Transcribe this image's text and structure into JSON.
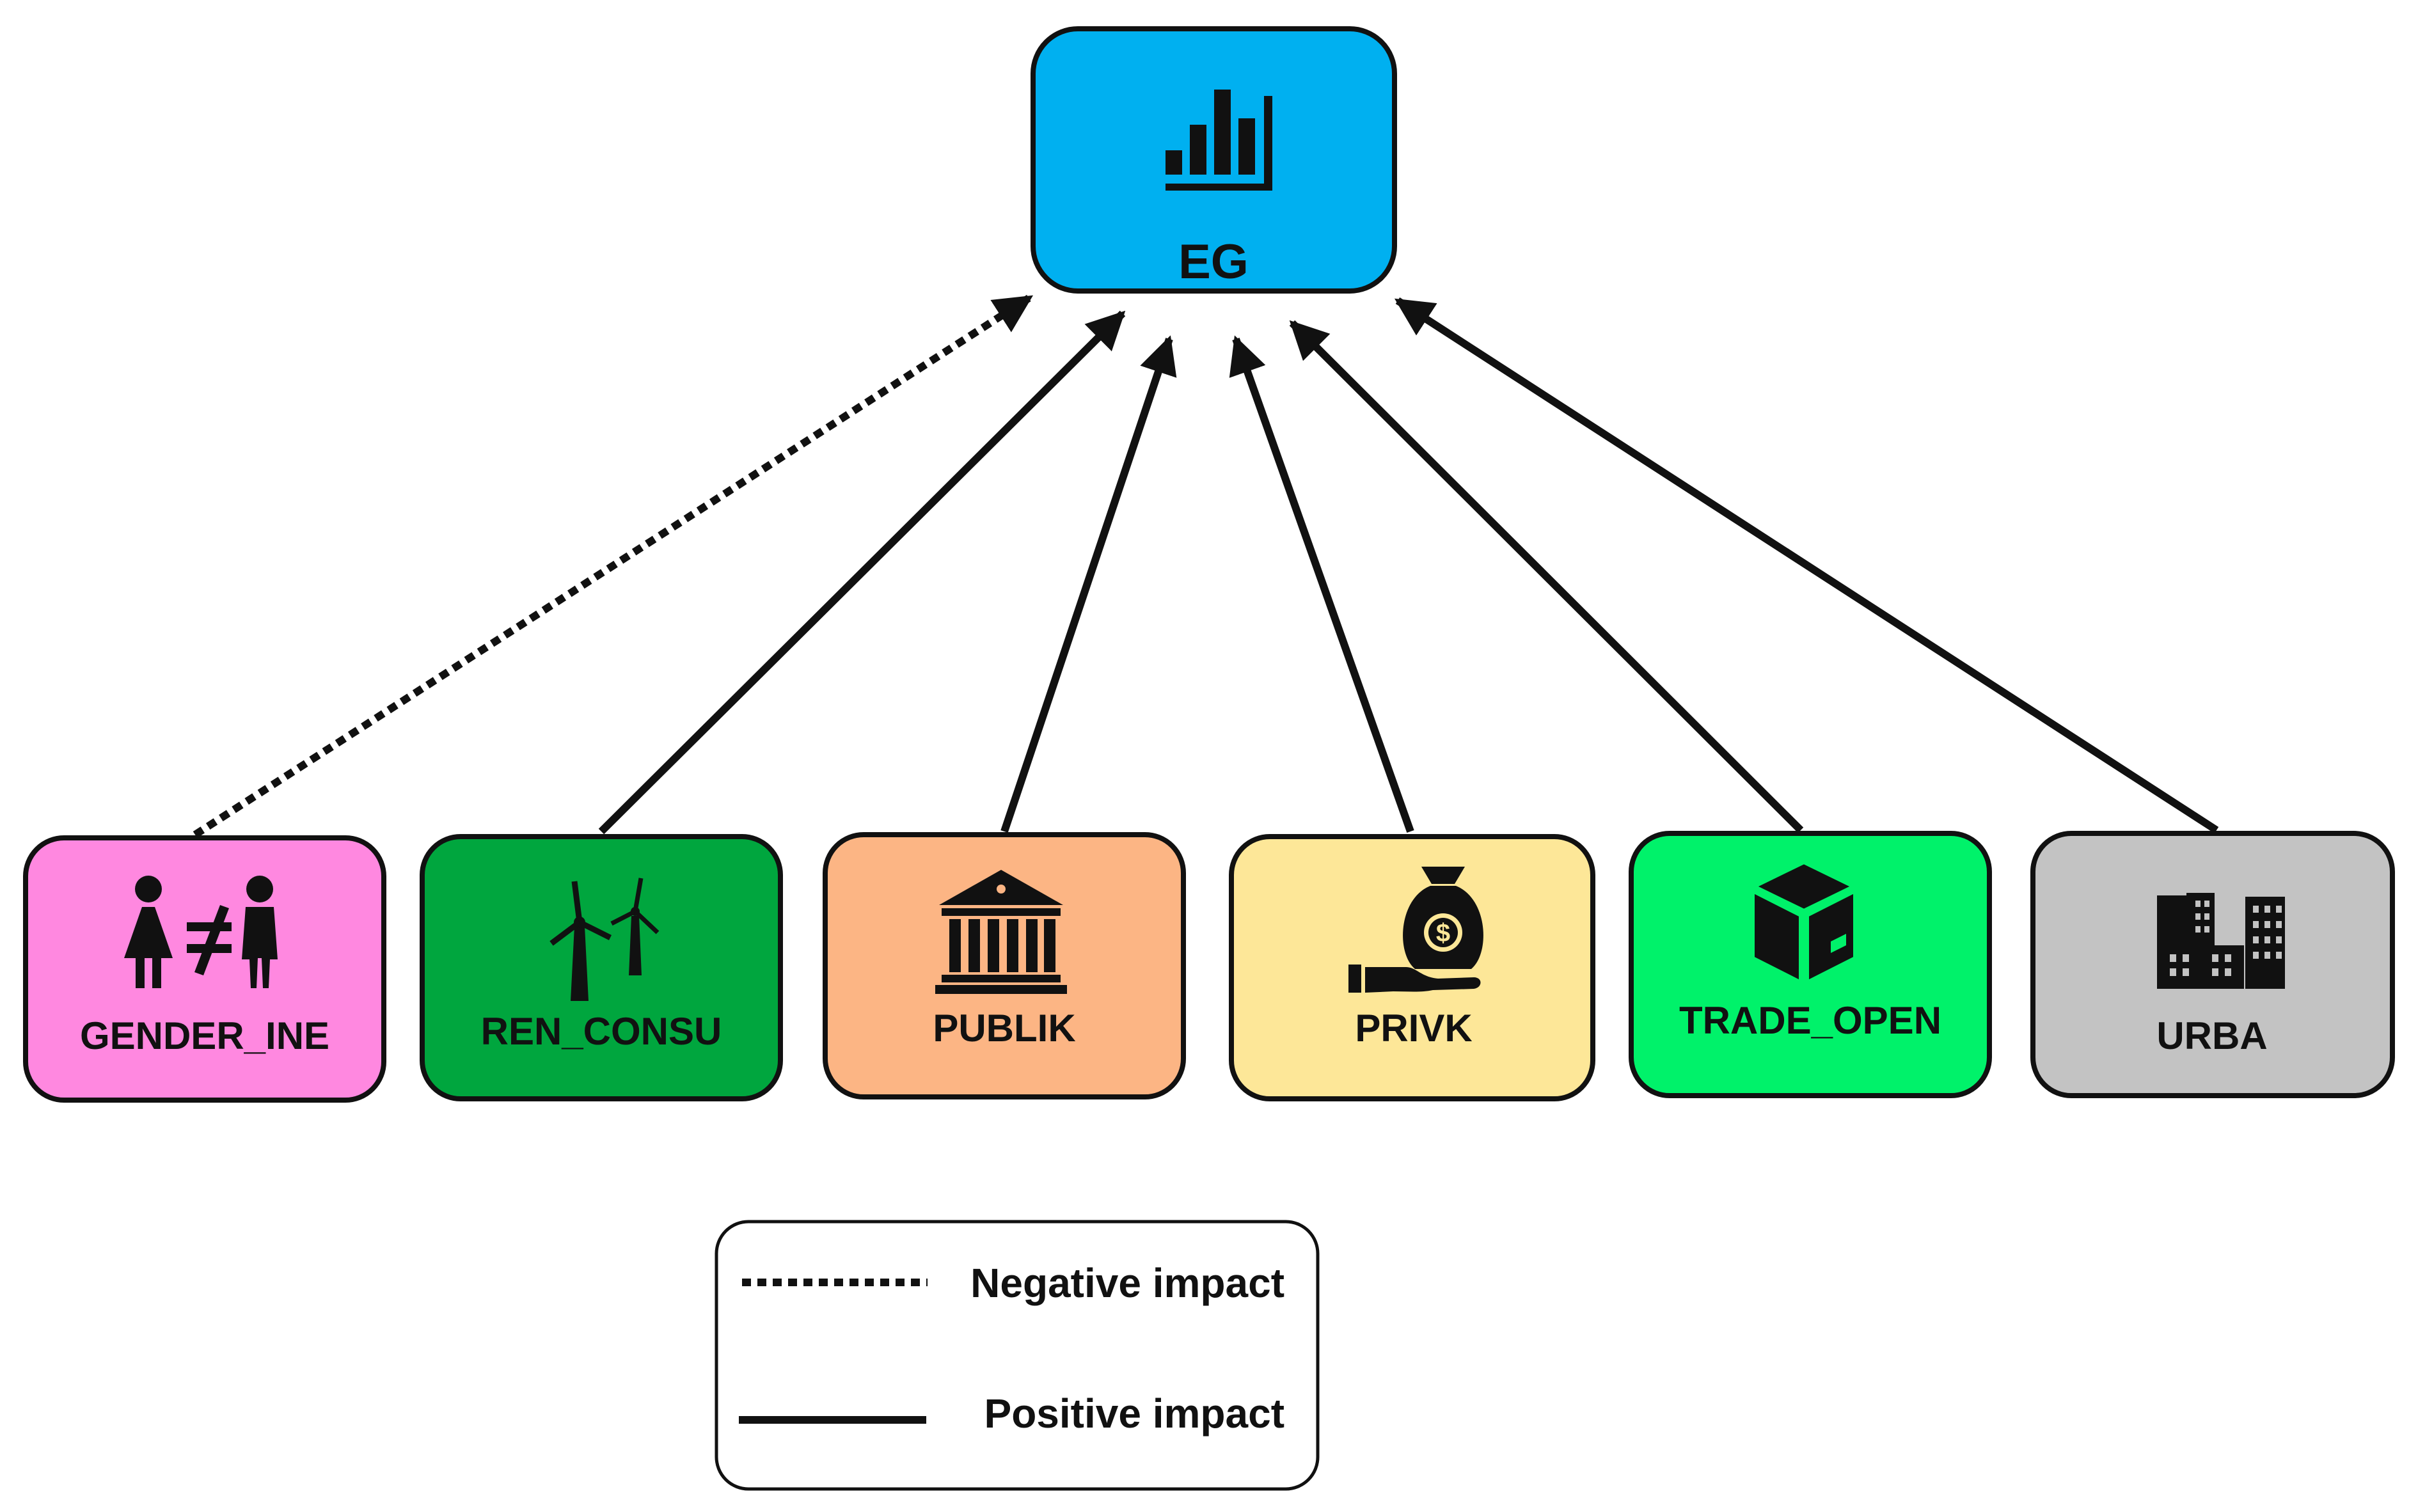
{
  "colors": {
    "eg": "#00b0f0",
    "gender_ine": "#ff88e0",
    "ren_consu": "#00a63e",
    "publik": "#fcb584",
    "privk": "#fde798",
    "trade_open": "#00f26a",
    "urba": "#c3c3c3",
    "stroke": "#111111"
  },
  "target": {
    "label": "EG",
    "icon": "bar-chart-icon"
  },
  "sources": [
    {
      "id": "gender_ine",
      "label": "GENDER_INE",
      "icon": "gender-inequality-icon",
      "impact": "negative"
    },
    {
      "id": "ren_consu",
      "label": "REN_CONSU",
      "icon": "wind-turbine-icon",
      "impact": "positive"
    },
    {
      "id": "publik",
      "label": "PUBLIK",
      "icon": "bank-building-icon",
      "impact": "positive"
    },
    {
      "id": "privk",
      "label": "PRIVK",
      "icon": "money-bag-hand-icon",
      "impact": "positive"
    },
    {
      "id": "trade_open",
      "label": "TRADE_OPEN",
      "icon": "package-box-icon",
      "impact": "positive"
    },
    {
      "id": "urba",
      "label": "URBA",
      "icon": "city-buildings-icon",
      "impact": "positive"
    }
  ],
  "legend": {
    "negative": "Negative impact",
    "positive": "Positive impact"
  }
}
